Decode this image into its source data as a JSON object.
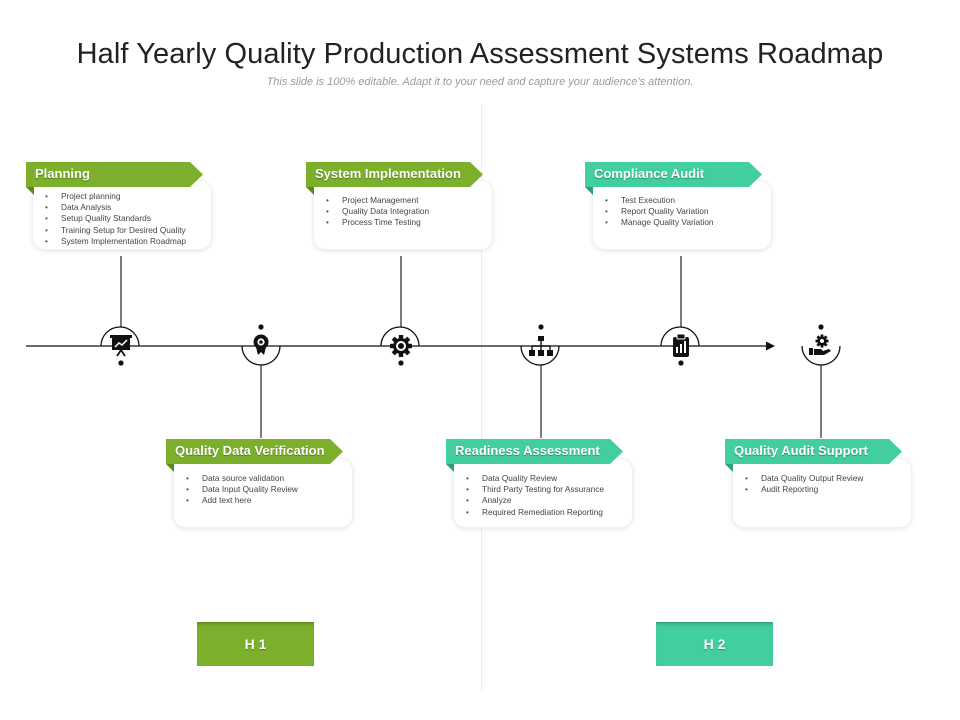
{
  "header": {
    "title": "Half Yearly Quality Production Assessment Systems Roadmap",
    "subtitle": "This slide is 100% editable. Adapt it to your need and capture your audience’s attention."
  },
  "colors": {
    "green": "#7cb02c",
    "teal": "#43cf9d",
    "line": "#111111"
  },
  "milestones": [
    {
      "title": "Planning",
      "color": "green",
      "icon": "presentation-board-icon",
      "items": [
        "Project planning",
        "Data Analysis",
        "Setup Quality Standards",
        "Training Setup for Desired Quality",
        "System Implementation Roadmap"
      ]
    },
    {
      "title": "Quality Data Verification",
      "color": "green",
      "icon": "badge-ribbon-icon",
      "items": [
        "Data source validation",
        "Data Input Quality Review",
        "Add text here"
      ]
    },
    {
      "title": "System Implementation",
      "color": "green",
      "icon": "gear-icon",
      "items": [
        "Project Management",
        "Quality Data Integration",
        "Process Time Testing"
      ]
    },
    {
      "title": "Readiness Assessment",
      "color": "teal",
      "icon": "org-hierarchy-icon",
      "items": [
        "Data Quality Review",
        "Third Party Testing for Assurance",
        "Analyze",
        "Required Remediation Reporting"
      ]
    },
    {
      "title": "Compliance Audit",
      "color": "teal",
      "icon": "clipboard-chart-icon",
      "items": [
        "Test Execution",
        "Report Quality Variation",
        "Manage Quality Variation"
      ]
    },
    {
      "title": "Quality Audit Support",
      "color": "teal",
      "icon": "hand-gear-icon",
      "items": [
        "Data Quality Output Review",
        "Audit Reporting"
      ]
    }
  ],
  "halves": [
    {
      "label": "H 1",
      "color": "green"
    },
    {
      "label": "H 2",
      "color": "teal"
    }
  ]
}
